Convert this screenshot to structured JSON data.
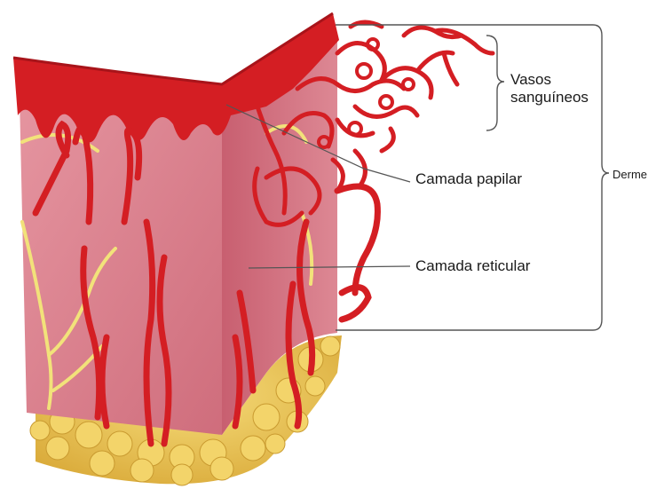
{
  "labels": {
    "vasos_line1": "Vasos",
    "vasos_line2": "sanguíneos",
    "camada_papilar": "Camada papilar",
    "camada_reticular": "Camada reticular",
    "derme": "Derme"
  },
  "colors": {
    "blood": "#d41e23",
    "blood_dark": "#a8141a",
    "dermis_front": "#d9808b",
    "dermis_side": "#cf6f7d",
    "fat": "#e8c34f",
    "nerve": "#f2e27a",
    "leader": "#555555"
  }
}
